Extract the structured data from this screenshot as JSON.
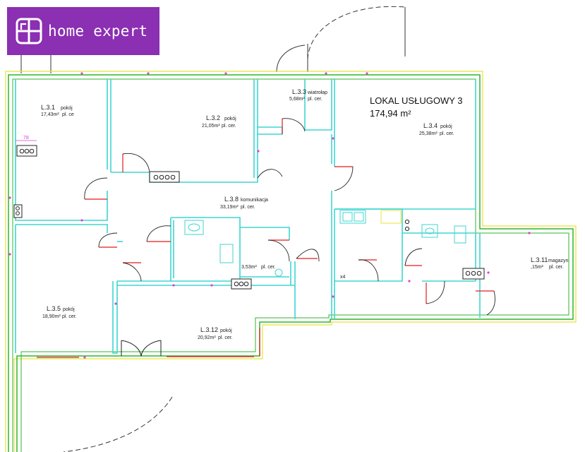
{
  "logo": {
    "text": "home expert",
    "bg_color": "#8b2fb3"
  },
  "unit": {
    "title": "LOKAL USŁUGOWY 3",
    "area": "174,94 m²"
  },
  "colors": {
    "wall": "#3ed6d0",
    "green": "#2fb52f",
    "red": "#e31c1c",
    "magenta": "#e13fd6",
    "yellow": "#e8e33a",
    "dark": "#222222"
  },
  "dimension": "78",
  "rooms": [
    {
      "id": "r31",
      "code": "L.3.1",
      "name": "pokój",
      "area": "17,43m²",
      "extra": "pl. ce"
    },
    {
      "id": "r32",
      "code": "L.3.2",
      "name": "pokój",
      "area": "21,05m²",
      "extra": "pl. cer."
    },
    {
      "id": "r33",
      "code": "L.3.3",
      "name": "wiatrołap",
      "area": "5,68m²",
      "extra": "pl. cer."
    },
    {
      "id": "r34",
      "code": "L.3.4",
      "name": "pokój",
      "area": "25,38m²",
      "extra": "pl. cer."
    },
    {
      "id": "r38",
      "code": "L.3.8",
      "name": "komunikacja",
      "area": "33,19m²",
      "extra": "pl. cer."
    },
    {
      "id": "r35",
      "code": "L.3.5",
      "name": "pokój",
      "area": "18,90m²",
      "extra": "pl. cer."
    },
    {
      "id": "r312",
      "code": "L.3.12",
      "name": "pokój",
      "area": "20,92m²",
      "extra": "pl. cer."
    },
    {
      "id": "r311",
      "code": "L.3.11",
      "name": "magazyn",
      "area": ",15m²",
      "extra": "pl. cer."
    },
    {
      "id": "rsm",
      "code": "",
      "name": "",
      "area": "3,53m²",
      "extra": "pl. cer."
    }
  ]
}
